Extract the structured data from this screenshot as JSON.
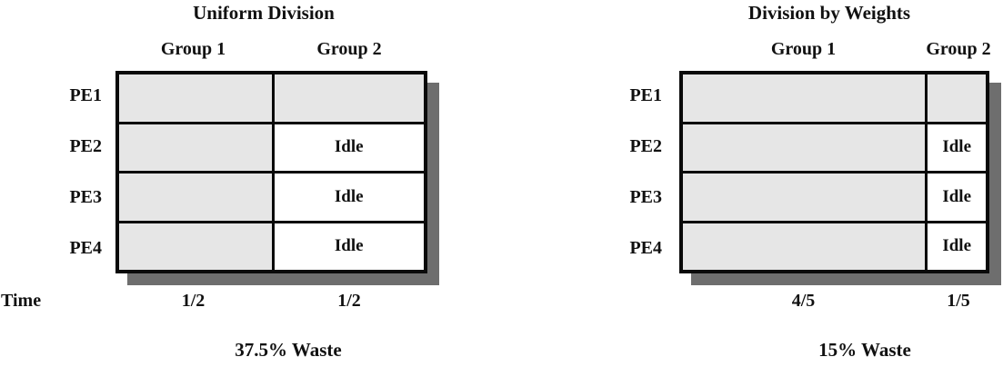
{
  "diagrams": [
    {
      "title": "Uniform Division",
      "group_headers": [
        "Group 1",
        "Group 2"
      ],
      "pe_labels": [
        "PE1",
        "PE2",
        "PE3",
        "PE4"
      ],
      "rows": [
        {
          "cells": [
            {
              "group": "Group 1",
              "state": "busy",
              "label": ""
            },
            {
              "group": "Group 2",
              "state": "busy",
              "label": ""
            }
          ]
        },
        {
          "cells": [
            {
              "group": "Group 1",
              "state": "busy",
              "label": ""
            },
            {
              "group": "Group 2",
              "state": "idle",
              "label": "Idle"
            }
          ]
        },
        {
          "cells": [
            {
              "group": "Group 1",
              "state": "busy",
              "label": ""
            },
            {
              "group": "Group 2",
              "state": "idle",
              "label": "Idle"
            }
          ]
        },
        {
          "cells": [
            {
              "group": "Group 1",
              "state": "busy",
              "label": ""
            },
            {
              "group": "Group 2",
              "state": "idle",
              "label": "Idle"
            }
          ]
        }
      ],
      "time_axis_label": "Time",
      "time_fractions": [
        "1/2",
        "1/2"
      ],
      "column_width_fractions": [
        0.5,
        0.5
      ],
      "waste_label": "37.5% Waste"
    },
    {
      "title": "Division by Weights",
      "group_headers": [
        "Group 1",
        "Group 2"
      ],
      "pe_labels": [
        "PE1",
        "PE2",
        "PE3",
        "PE4"
      ],
      "rows": [
        {
          "cells": [
            {
              "group": "Group 1",
              "state": "busy",
              "label": ""
            },
            {
              "group": "Group 2",
              "state": "busy",
              "label": ""
            }
          ]
        },
        {
          "cells": [
            {
              "group": "Group 1",
              "state": "busy",
              "label": ""
            },
            {
              "group": "Group 2",
              "state": "idle",
              "label": "Idle"
            }
          ]
        },
        {
          "cells": [
            {
              "group": "Group 1",
              "state": "busy",
              "label": ""
            },
            {
              "group": "Group 2",
              "state": "idle",
              "label": "Idle"
            }
          ]
        },
        {
          "cells": [
            {
              "group": "Group 1",
              "state": "busy",
              "label": ""
            },
            {
              "group": "Group 2",
              "state": "idle",
              "label": "Idle"
            }
          ]
        }
      ],
      "time_fractions": [
        "4/5",
        "1/5"
      ],
      "column_width_fractions": [
        0.8,
        0.2
      ],
      "waste_label": "15% Waste"
    }
  ],
  "colors": {
    "busy_fill": "#e6e6e6",
    "idle_fill": "#ffffff",
    "shadow": "#6e6e6e",
    "border": "#0a0a0a"
  }
}
